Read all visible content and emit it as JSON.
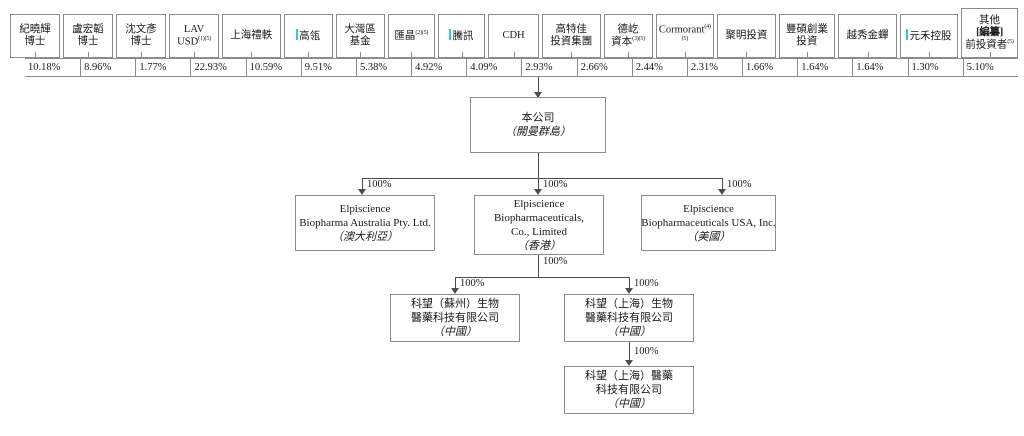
{
  "chart_data": {
    "type": "diagram",
    "title": "Shareholding and corporate structure chart",
    "shareholders": [
      {
        "label": "紀曉輝\n博士",
        "lines": [
          "紀曉輝",
          "博士"
        ],
        "percent": "10.18%",
        "sup": "",
        "marker": false,
        "width": 53
      },
      {
        "label": "盧宏韜\n博士",
        "lines": [
          "盧宏韜",
          "博士"
        ],
        "percent": "8.96%",
        "sup": "",
        "marker": false,
        "width": 53
      },
      {
        "label": "沈文彥\n博士",
        "lines": [
          "沈文彥",
          "博士"
        ],
        "percent": "1.77%",
        "sup": "",
        "marker": false,
        "width": 53
      },
      {
        "label": "LAV USD",
        "lines": [
          "LAV",
          "USD"
        ],
        "percent": "22.93%",
        "sup": "(1)(5)",
        "marker": false,
        "width": 53
      },
      {
        "label": "上海禮軼",
        "lines": [
          "上海禮軼"
        ],
        "percent": "10.59%",
        "sup": "",
        "marker": false,
        "width": 62
      },
      {
        "label": "高瓴",
        "lines": [
          "高瓴"
        ],
        "percent": "9.51%",
        "sup": "",
        "marker": true,
        "width": 52
      },
      {
        "label": "大灣區\n基金",
        "lines": [
          "大灣區",
          "基金"
        ],
        "percent": "5.38%",
        "sup": "",
        "marker": false,
        "width": 52
      },
      {
        "label": "匯晶",
        "lines": [
          "匯晶"
        ],
        "percent": "4.92%",
        "sup": "(2)(5)",
        "marker": false,
        "width": 50
      },
      {
        "label": "騰訊",
        "lines": [
          "騰訊"
        ],
        "percent": "4.09%",
        "sup": "",
        "marker": true,
        "width": 50
      },
      {
        "label": "CDH",
        "lines": [
          "CDH"
        ],
        "percent": "2.93%",
        "sup": "",
        "marker": false,
        "width": 54
      },
      {
        "label": "高特佳\n投資集團",
        "lines": [
          "高特佳",
          "投資集團"
        ],
        "percent": "2.66%",
        "sup": "",
        "marker": false,
        "width": 62
      },
      {
        "label": "德屹\n資本",
        "lines": [
          "德屹",
          "資本"
        ],
        "percent": "2.44%",
        "sup": "(3)(5)",
        "marker": false,
        "width": 52
      },
      {
        "label": "Cormorant",
        "lines": [
          "Cormorant"
        ],
        "percent": "2.31%",
        "sup": "(4)(5)",
        "marker": false,
        "width": 62
      },
      {
        "label": "聚明投資",
        "lines": [
          "聚明投資"
        ],
        "percent": "1.66%",
        "sup": "",
        "marker": false,
        "width": 62
      },
      {
        "label": "豐碩創業\n投資",
        "lines": [
          "豐碩創業",
          "投資"
        ],
        "percent": "1.64%",
        "sup": "",
        "marker": false,
        "width": 60
      },
      {
        "label": "越秀金蟬",
        "lines": [
          "越秀金蟬"
        ],
        "percent": "1.64%",
        "sup": "",
        "marker": false,
        "width": 62
      },
      {
        "label": "元禾控股",
        "lines": [
          "元禾控股"
        ],
        "percent": "1.30%",
        "sup": "",
        "marker": true,
        "width": 62
      },
      {
        "label": "其他 [編纂] 前投資者",
        "lines": [
          "其他",
          "[編纂]",
          "前投資者"
        ],
        "percent": "5.10%",
        "sup": "(5)",
        "marker": false,
        "width": 60
      }
    ],
    "company": {
      "name": "本公司",
      "jurisdiction": "（開曼群島）"
    },
    "tier2": [
      {
        "lines": [
          "Elpiscience",
          "Biopharma Australia Pty. Ltd."
        ],
        "jurisdiction": "（澳大利亞）",
        "ownership": "100%"
      },
      {
        "lines": [
          "Elpiscience",
          "Biopharmaceuticals,",
          "Co., Limited"
        ],
        "jurisdiction": "（香港）",
        "ownership": "100%"
      },
      {
        "lines": [
          "Elpiscience",
          "Biopharmaceuticals USA, Inc."
        ],
        "jurisdiction": "（美國）",
        "ownership": "100%"
      }
    ],
    "tier3": [
      {
        "lines": [
          "科望（蘇州）生物",
          "醫藥科技有限公司"
        ],
        "jurisdiction": "（中國）",
        "ownership": "100%"
      },
      {
        "lines": [
          "科望（上海）生物",
          "醫藥科技有限公司"
        ],
        "jurisdiction": "（中國）",
        "ownership": "100%"
      }
    ],
    "tier4": [
      {
        "lines": [
          "科望（上海）醫藥",
          "科技有限公司"
        ],
        "jurisdiction": "（中國）",
        "ownership": "100%"
      }
    ],
    "colors": {
      "box_border": "#8c8c8c",
      "connector": "#4d4d4d",
      "marker_accent": "#35c6d8",
      "text": "#1a1a1a",
      "background": "#ffffff"
    }
  }
}
